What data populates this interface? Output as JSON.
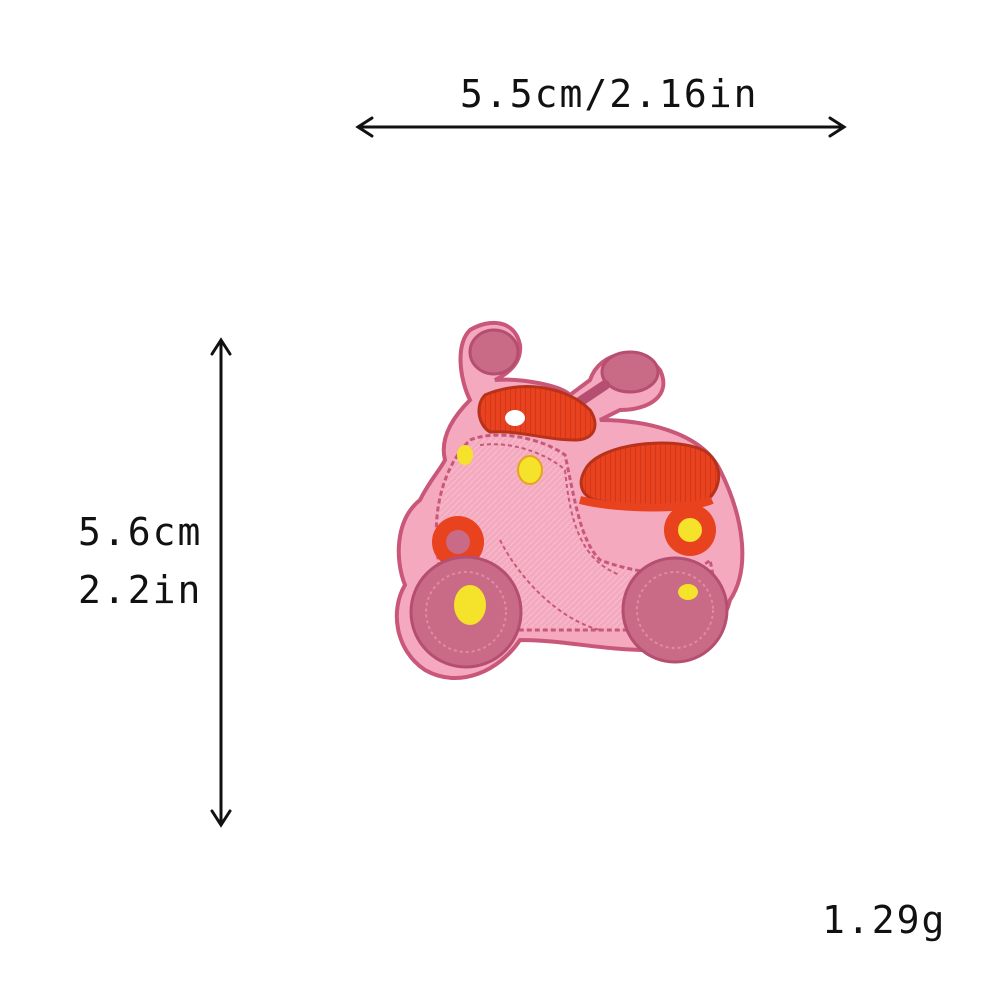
{
  "dimensions": {
    "width_label": "5.5cm/2.16in",
    "height_cm_label": "5.6cm",
    "height_in_label": "2.2in",
    "weight_label": "1.29g"
  },
  "product": {
    "subject": "embroidered scooter patch",
    "colors": {
      "body_pink": "#f4a9bf",
      "outline_rose": "#c9577a",
      "wheel_rose": "#c96a86",
      "seat_red": "#e8421f",
      "accent_yellow": "#f5e22a",
      "arrow_black": "#111111"
    }
  }
}
